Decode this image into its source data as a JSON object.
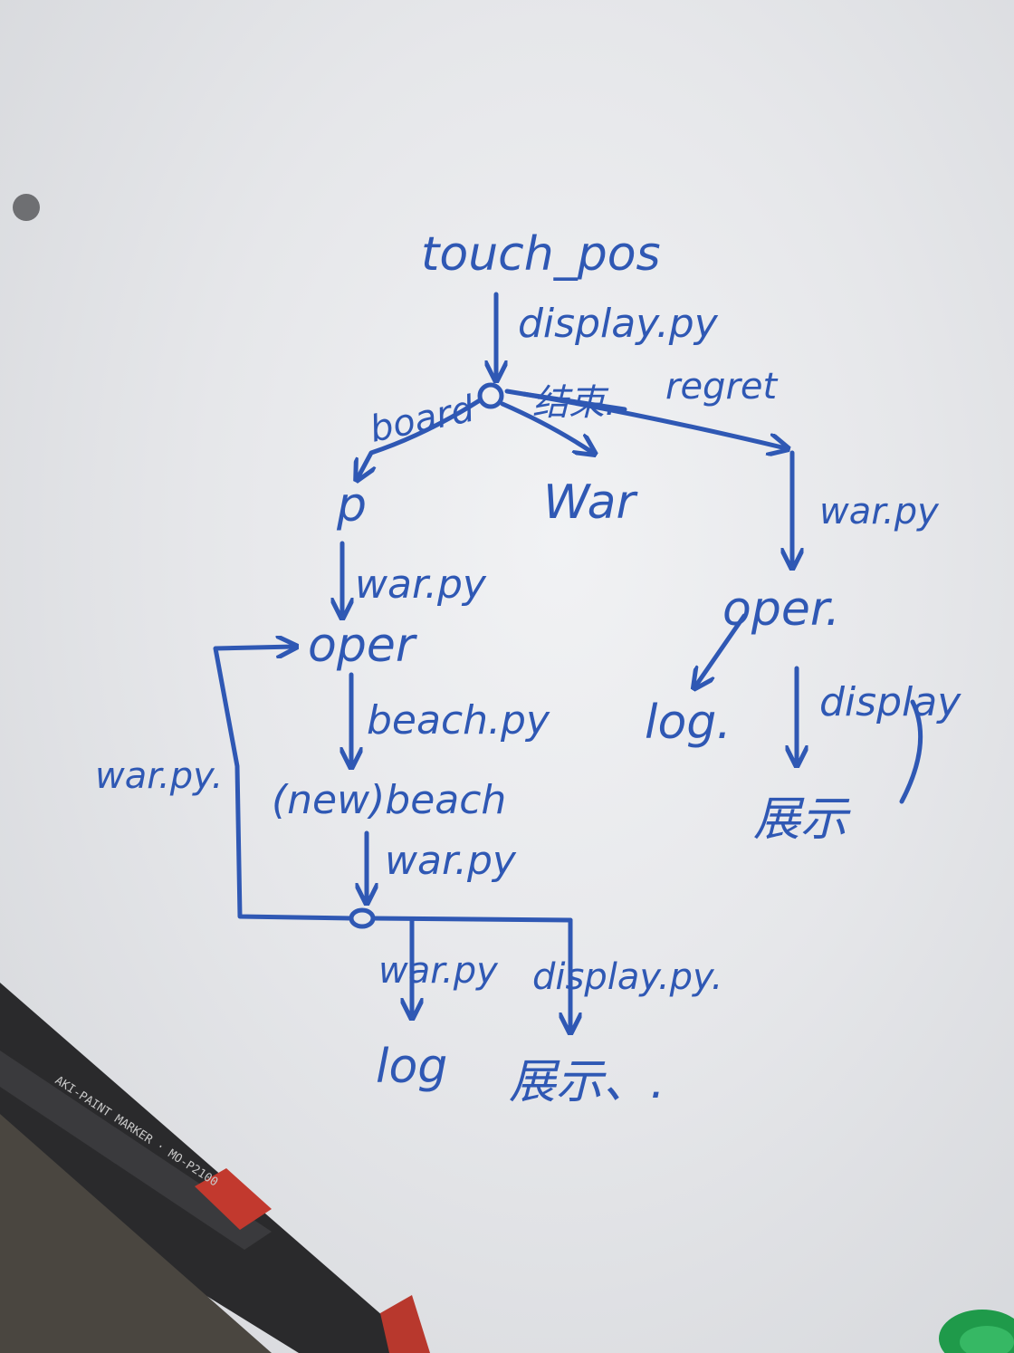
{
  "diagram": {
    "nodes": {
      "touch_pos": "touch_pos",
      "p": "p",
      "war_center": "War",
      "oper_left": "oper",
      "new_beach": "(new)beach",
      "log_bottom": "log",
      "show_bottom": "展示、.",
      "oper_right": "oper.",
      "log_right": "log.",
      "show_right": "展示"
    },
    "edges": {
      "display_py_top": "display.py",
      "board": "board",
      "struck": "结束.",
      "regret": "regret",
      "war_py_right": "war.py",
      "war_py_left": "war.py",
      "beach_py": "beach.py",
      "war_py_loop": "war.py.",
      "war_py_mid": "war.py",
      "war_py_bottom": "war.py",
      "display_py_bottom": "display.py.",
      "display_right": "display"
    }
  },
  "colors": {
    "ink": "#2f58b4",
    "board": "#e6e7ea"
  }
}
